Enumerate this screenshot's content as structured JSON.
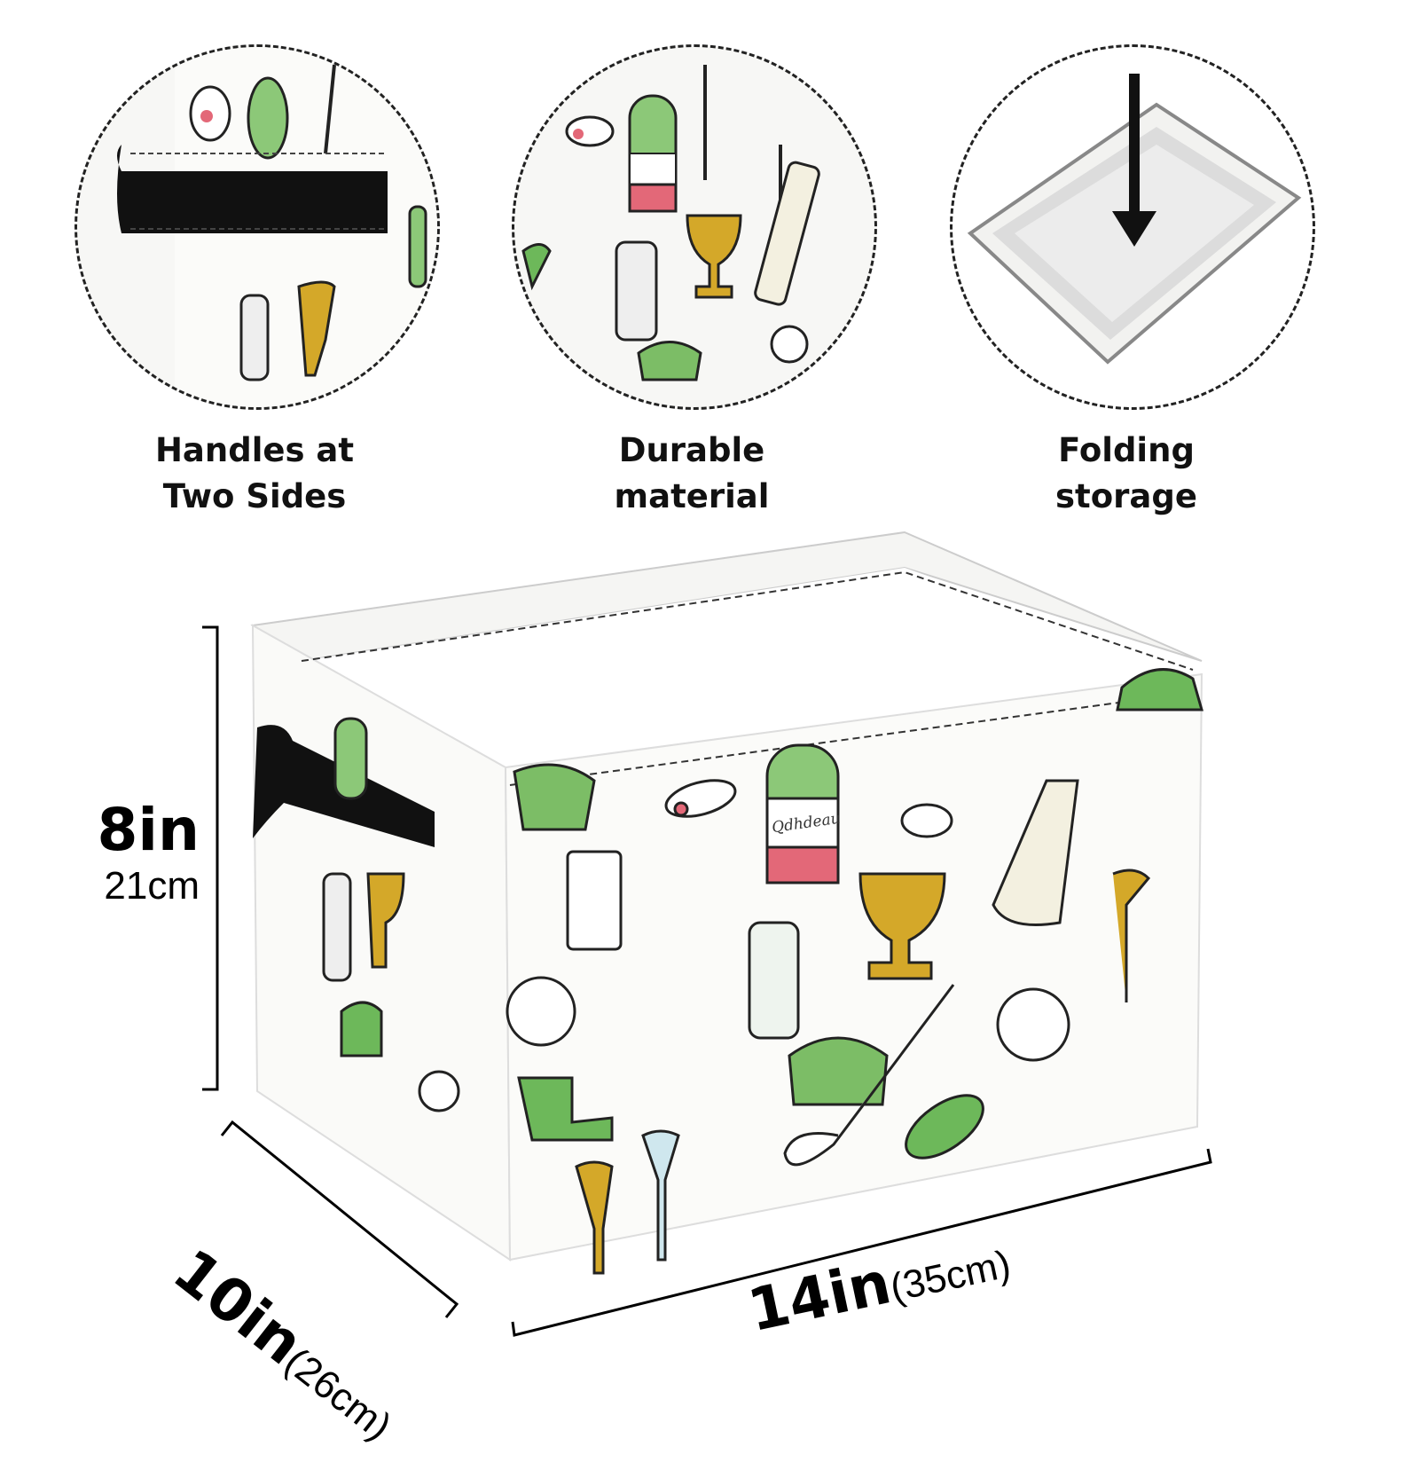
{
  "features": [
    {
      "label_line1": "Handles at",
      "label_line2": "Two Sides"
    },
    {
      "label_line1": "Durable",
      "label_line2": "material"
    },
    {
      "label_line1": "Folding",
      "label_line2": "storage"
    }
  ],
  "dimensions": {
    "height_in": "8in",
    "height_cm": "21cm",
    "depth_in": "10in",
    "depth_cm": "(26cm)",
    "width_in": "14in",
    "width_cm": "(35cm)"
  },
  "print_text": "Qdhdeau",
  "colors": {
    "green": "#6db85a",
    "gold": "#d4a829",
    "pink": "#e36878",
    "handle": "#111111"
  }
}
